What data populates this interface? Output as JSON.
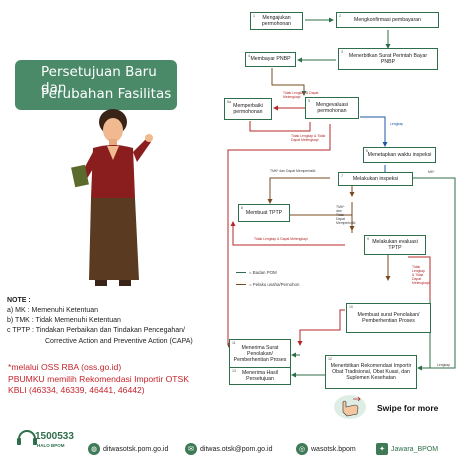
{
  "title": {
    "line1": "Persetujuan Baru dan",
    "line2": "Perubahan Fasilitas"
  },
  "steps": {
    "s1": {
      "num": "1",
      "text": "Mengajukan permohonan"
    },
    "s2": {
      "num": "2",
      "text": "Mengkonfirmasi pembayaran"
    },
    "s3": {
      "num": "3",
      "text": "Menerbitkan Surat Perintah Bayar PNBP"
    },
    "s4": {
      "num": "4",
      "text": "Membayar PNBP"
    },
    "s5": {
      "num": "5",
      "text": "Mengevaluasi permohonan"
    },
    "s5a": {
      "num": "5a",
      "text": "Memperbaiki permohonan"
    },
    "s6": {
      "num": "6",
      "text": "Menetapkan waktu inspeksi"
    },
    "s7": {
      "num": "7",
      "text": "Melakukan inspeksi"
    },
    "s8": {
      "num": "8",
      "text": "Membuat TPTP"
    },
    "s9": {
      "num": "9",
      "text": "Melakukan evaluasi TPTP"
    },
    "s10": {
      "num": "10",
      "text": "Membuat surat Penolakan/ Pemberhentian Proses"
    },
    "s11": {
      "num": "11",
      "text": "Menerima Surat Penolakan/ Pemberhentian Proses"
    },
    "s12": {
      "num": "12",
      "text": "Menerbitkan Rekomendasi Importir Obat Tradisional, Obat Kuasi, dan Suplemen Kesehatan"
    },
    "s13": {
      "num": "13",
      "text": "Menerima Hasil Persetujuan"
    }
  },
  "flow_labels": {
    "l_tidak_lengkap_top": "Tidak Lengkap & Dapat Melengkapi",
    "l_tidak_lengkap_mid": "Tidak Lengkap & Tidak Dapat Melengkapi",
    "l_lengkap": "Lengkap",
    "l_tmk_tidak": "TMK* dan Dapat Memperbaiki",
    "l_mk": "MK*",
    "l_tmk_side": "TMK* dan Tidak Dapat Memperbaiki",
    "l_tidak_lengkap_low": "Tidak Lengkap & Dapat Melengkapi",
    "l_tidak_lengkap_right": "Tidak Lengkap & Tidak Dapat Melengkapi",
    "l_lengkap2": "Lengkap"
  },
  "legend": {
    "badan": "= Badan POM",
    "pelaku": "= Pelaku usaha/Pemohon"
  },
  "notes": {
    "heading": "NOTE :",
    "a": "a) MK    : Memenuhi Ketentuan",
    "b": "b) TMK : Tidak Memenuhi Ketentuan",
    "c1": "c  TPTP : Tindakan Perbaikan dan Tindakan Pencegahan/",
    "c2": "Corrective Action and Preventive Action (CAPA)"
  },
  "oss": {
    "l1": "*melalui OSS RBA (oss.go.id)",
    "l2": "PBUMKU memilih Rekomendasi Importir OTSK",
    "l3": "KBLI (46334, 46339, 46441, 46442)"
  },
  "swipe": "Swipe for more",
  "footer": {
    "hotline_num": "1500533",
    "hotline_sub": "HALO BPOM",
    "web": "ditwasotsk.pom.go.id",
    "email": "ditwas.otsk@pom.go.id",
    "ig": "wasotsk.bpom",
    "tw": "Jawara_BPOM"
  },
  "colors": {
    "green": "#2f6e4a",
    "red": "#b52828",
    "blue": "#1d58a3",
    "brown": "#7a4a1e"
  }
}
